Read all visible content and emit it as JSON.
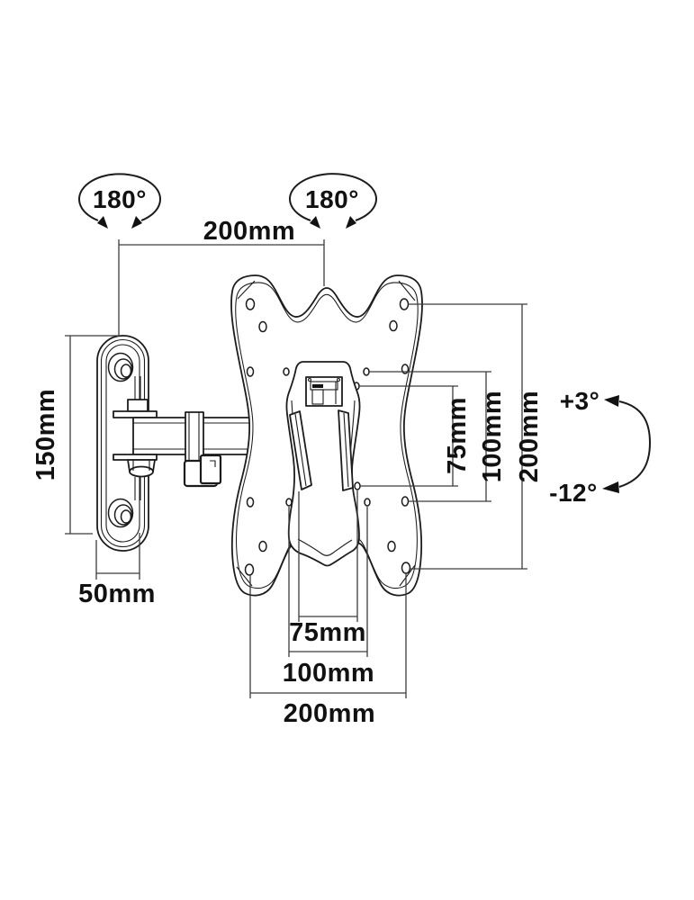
{
  "diagram": {
    "kind": "technical-drawing",
    "subject": "tilt-and-swivel TV wall mount bracket dimensions",
    "background_color": "#ffffff",
    "line_color": "#1c1c1c",
    "dimension_line_color": "#3c3c3c",
    "labels": {
      "swivel_left": "180°",
      "swivel_right": "180°",
      "arm_reach": "200mm",
      "wall_plate_height": "150mm",
      "wall_plate_width": "50mm",
      "vesa_height_75": "75mm",
      "vesa_height_100": "100mm",
      "vesa_height_200": "200mm",
      "tilt_up": "+3°",
      "tilt_down": "-12°",
      "vesa_width_75": "75mm",
      "vesa_width_100": "100mm",
      "vesa_width_200": "200mm"
    }
  }
}
